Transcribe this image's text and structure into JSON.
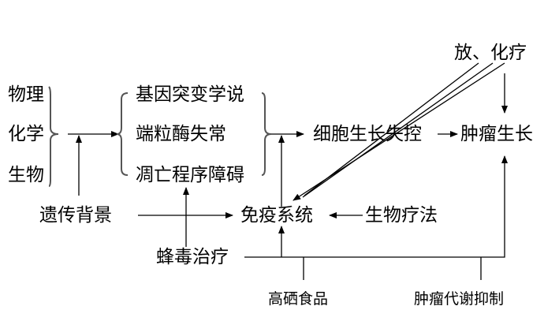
{
  "causes": [
    "物理",
    "化学",
    "生物"
  ],
  "theories": [
    "基因突变学说",
    "端粒酶失常",
    "凋亡程序障碍"
  ],
  "genetic_background": "遗传背景",
  "cell_growth_uncontrolled": "细胞生长失控",
  "tumor_growth": "肿瘤生长",
  "radio_chemo": "放、化疗",
  "immune_system": "免疫系统",
  "biotherapy": "生物疗法",
  "bee_venom_therapy": "蜂毒治疗",
  "selenium_food": "高硒食品",
  "tumor_metabolism_inhibition": "肿瘤代谢抑制"
}
